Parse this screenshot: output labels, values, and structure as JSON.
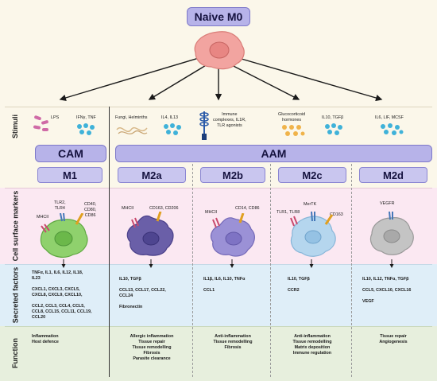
{
  "title": "Naive M0",
  "row_labels": {
    "stimuli": "Stimuli",
    "surface": "Cell surface markers",
    "secreted": "Secreted factors",
    "function": "Function"
  },
  "groups": {
    "cam": "CAM",
    "aam": "AAM"
  },
  "columns": [
    {
      "name": "M1",
      "stimuli": [
        "LPS",
        "IFNγ, TNF"
      ],
      "markers": [
        "MHCII",
        "TLR2,\nTLR4",
        "CD40,\nCD80,\nCD86"
      ],
      "secreted": "TNFα, IL1, IL6, IL12, IL18,\nIL23\n\nCXCL1, CXCL3, CXCL5,\nCXCL8, CXCL9, CXCL10,\n\nCCL2, CCL3, CCL4, CCL5,\nCCL8, CCL15, CCL11, CCL19,\nCCL20",
      "function": "Inflammation\nHost defence",
      "color": "#8fd16d"
    },
    {
      "name": "M2a",
      "stimuli": [
        "Fungi, Helminths",
        "IL4, IL13"
      ],
      "markers": [
        "MHCII",
        "CD163, CD206"
      ],
      "secreted": "IL10, TGFβ\n\nCCL13, CCL17, CCL22,\nCCL24\n\nFibronectin",
      "function": "Allergic inflammation\nTissue repair\nTissue remodelling\nFibrosis\nParasite clearance",
      "color": "#6a5fa8"
    },
    {
      "name": "M2b",
      "stimuli": [
        "Immune\ncomplexes, IL1R,\nTLR agonists"
      ],
      "markers": [
        "MHCII",
        "CD14, CD86"
      ],
      "secreted": "IL1β, IL6, IL10, TNFα\n\nCCL1",
      "function": "Anti-inflammation\nTissue remodelling\nFibrosis",
      "color": "#9b91d6"
    },
    {
      "name": "M2c",
      "stimuli": [
        "Glucocorticoid\nhormones",
        "IL10, TGFβ"
      ],
      "markers": [
        "TLR1, TLR8",
        "MerTK",
        "CD163"
      ],
      "secreted": "IL10, TGFβ\n\nCCR2",
      "function": "Anti-inflammation\nTissue remodelling\nMatrix deposition\nImmune regulation",
      "color": "#b5d6ee"
    },
    {
      "name": "M2d",
      "stimuli": [
        "IL6, LIF, MCSF"
      ],
      "markers": [
        "VEGFR"
      ],
      "secreted": "IL10, IL12, TNFα, TGFβ\n\nCCL5, CXCL10, CXCL16\n\nVEGF",
      "function": "Tissue repair\nAngiogenesis",
      "color": "#c4c4c4"
    }
  ],
  "colors": {
    "band_top": "#fbf7ea",
    "band_surface": "#fbe8f2",
    "band_secreted": "#dfeef8",
    "band_function": "#e7efdd",
    "pill": "#b7b3e9",
    "naive_cell": "#f2a4a0"
  }
}
